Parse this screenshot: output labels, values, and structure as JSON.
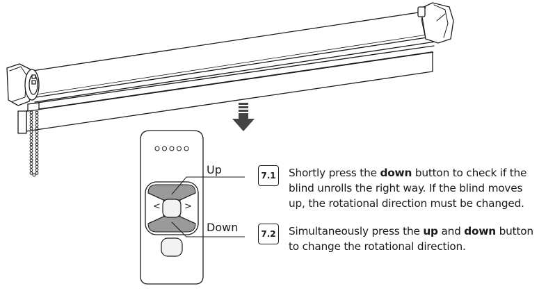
{
  "remote": {
    "up_label": "Up",
    "down_label": "Down",
    "left_glyph": "<",
    "right_glyph": ">",
    "led_count": 5
  },
  "steps": [
    {
      "number": "7.1",
      "lines": [
        [
          "Shortly press the ",
          {
            "bold": "down"
          },
          " button to check if the"
        ],
        [
          "blind unrolls the right way. If the blind moves"
        ],
        [
          "up, the rotational direction must be changed."
        ]
      ]
    },
    {
      "number": "7.2",
      "lines": [
        [
          "Simultaneously press the ",
          {
            "bold": "up"
          },
          " and ",
          {
            "bold": "down"
          },
          " button"
        ],
        [
          "to change the rotational direction."
        ]
      ]
    }
  ],
  "icons": [
    "roller-blind-illustration",
    "down-arrow-icon",
    "remote-control",
    "bead-chain"
  ],
  "colors": {
    "line": "#1a1a1a",
    "pad_highlight": "#9a9a9a",
    "pad_light": "#f2f2f2"
  }
}
